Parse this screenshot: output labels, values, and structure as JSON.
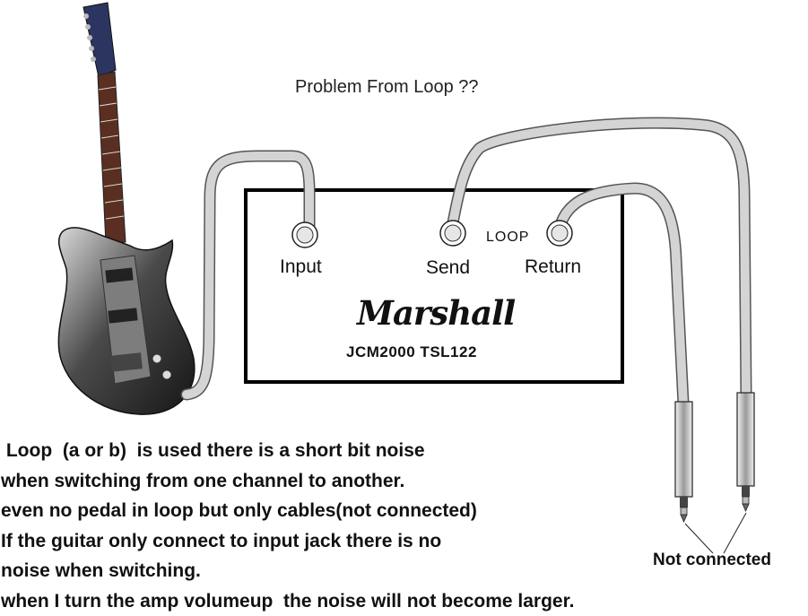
{
  "title": "Problem From Loop ??",
  "amp": {
    "brand": "Marshall",
    "model": "JCM2000 TSL122",
    "jacks": {
      "input": "Input",
      "send": "Send",
      "return": "Return"
    },
    "loop_label": "LOOP"
  },
  "annotation": "Not connected",
  "description_lines": [
    " Loop  (a or b)  is used there is a short bit noise",
    "when switching from one channel to another.",
    "even no pedal in loop but only cables(not connected)",
    "If the guitar only connect to input jack there is no",
    "noise when switching.",
    "when I turn the amp volumeup  the noise will not become larger."
  ]
}
